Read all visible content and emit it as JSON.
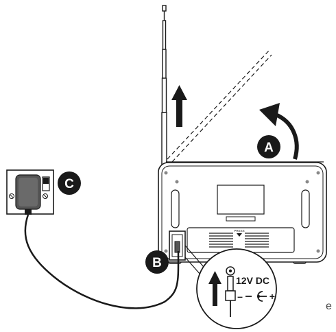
{
  "labels": {
    "a": "A",
    "b": "B",
    "c": "C",
    "press": "PRESS",
    "voltage": "12V DC",
    "polarity_minus": "–",
    "polarity_plus": "+",
    "corner": "e"
  },
  "icons": [
    "telescopic-antenna-icon",
    "up-arrow-icon",
    "rotate-arrow-icon",
    "wall-plug-adapter-icon",
    "power-cable-icon",
    "dc-jack-icon",
    "polarity-symbol-icon"
  ],
  "colors": {
    "ink": "#1a1a1a",
    "device_fill": "#ffffff",
    "adapter_fill": "#555555",
    "badge": "#1a1a1a",
    "badge_text": "#ffffff"
  }
}
